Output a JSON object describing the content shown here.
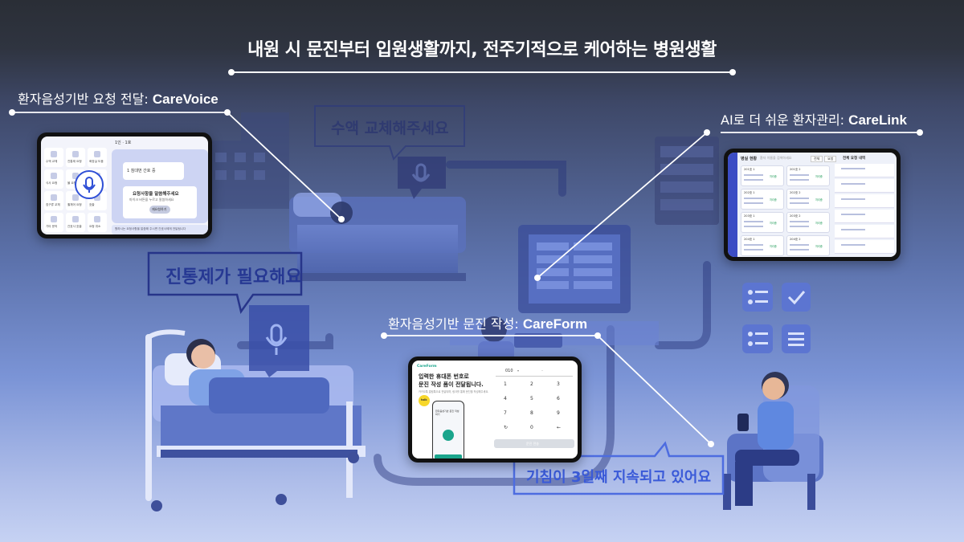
{
  "title": "내원 시 문진부터 입원생활까지, 전주기적으로 케어하는 병원생활",
  "callouts": {
    "carevoice": {
      "prefix": "환자음성기반 요청 전달: ",
      "product": "CareVoice"
    },
    "carelink": {
      "prefix": "AI로 더 쉬운 환자관리: ",
      "product": "CareLink"
    },
    "careform": {
      "prefix": "환자음성기반 문진 작성: ",
      "product": "CareForm"
    }
  },
  "speech_bubbles": {
    "iv_change": "수액 교체해주세요",
    "painkiller": "진통제가 필요해요",
    "cough": "기침이 3일째 지속되고 있어요"
  },
  "carevoice_screen": {
    "header": "1인 · 1호",
    "tiles": [
      "수액 교체",
      "진통제 요청",
      "화장실 도움",
      "식사 요청",
      "물 요청",
      "체온 측정",
      "침구류 교체",
      "휠체어 요청",
      "호출",
      "기타 문의",
      "간호사 호출",
      "요청 취소"
    ],
    "panel_top": "1 침대번 간호 중",
    "panel_title": "요청사항을 말씀해주세요",
    "panel_sub": "마이크 버튼을 누르고 말씀하세요",
    "panel_btn": "재요청하기",
    "footer": "원하시는 요청사항을 말씀해 주시면 간호사에게 전달됩니다"
  },
  "carelink_screen": {
    "header": "병실 현황",
    "search": "환자 이름을 검색하세요",
    "btns": [
      "전체",
      "요청"
    ],
    "side_title": "전체 요청 내역",
    "rooms": [
      "201호 1",
      "201호 2",
      "202호 1",
      "202호 2",
      "203호 1",
      "203호 2",
      "204호 1",
      "204호 2"
    ],
    "tag": "처리중"
  },
  "careform_screen": {
    "brand": "CareForm",
    "heading1": "입력한 휴대폰 번호로",
    "heading2": "문진 작성 폼이 전달됩니다.",
    "desc": "카카오톡 알림톡으로 전달되며, 링크를 통해 문진을 작성해주세요.",
    "phone_prefix": "010",
    "keypad": [
      "1",
      "2",
      "3",
      "4",
      "5",
      "6",
      "7",
      "8",
      "9",
      "↻",
      "0",
      "←"
    ],
    "submit": "문진 전송",
    "kakao": "talk",
    "phone_title": "환자음성기반 문진 작성하기"
  }
}
